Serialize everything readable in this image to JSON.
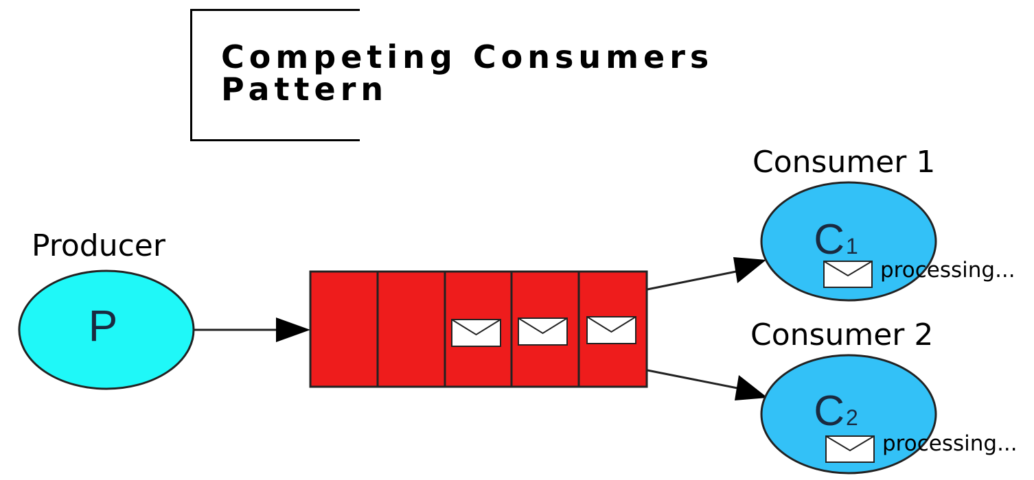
{
  "title": {
    "line1": "Competing Consumers",
    "line2": "Pattern"
  },
  "producer": {
    "label": "Producer",
    "node": "P",
    "color": "#1ff8f8"
  },
  "queue": {
    "color": "#ee1c1c",
    "slots": 5,
    "messages": 3
  },
  "consumers": [
    {
      "label": "Consumer 1",
      "node": "C",
      "sub": "1",
      "status": "processing...",
      "color": "#33c1f7"
    },
    {
      "label": "Consumer 2",
      "node": "C",
      "sub": "2",
      "status": "processing...",
      "color": "#33c1f7"
    }
  ],
  "icons": {
    "message": "envelope-icon",
    "arrow": "arrowhead"
  }
}
